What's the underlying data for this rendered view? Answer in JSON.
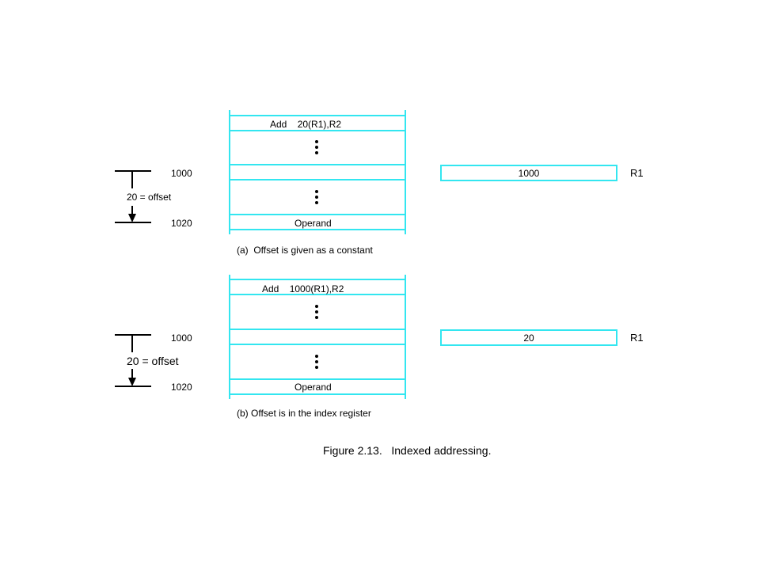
{
  "panel_a": {
    "instruction": "Add    20(R1),R2",
    "address_top": "1000",
    "address_bottom": "1020",
    "operand": "Operand",
    "offset": "20 = offset",
    "register_value": "1000",
    "register_name": "R1",
    "caption": "(a)  Offset is given as a constant"
  },
  "panel_b": {
    "instruction": "Add    1000(R1),R2",
    "address_top": "1000",
    "address_bottom": "1020",
    "operand": "Operand",
    "offset": "20 = offset",
    "register_value": "20",
    "register_name": "R1",
    "caption": "(b) Offset is in the index register"
  },
  "figure_caption": "Figure 2.13.   Indexed addressing.",
  "colors": {
    "memory_lines": "#33e6f0",
    "arrows": "#000000"
  }
}
